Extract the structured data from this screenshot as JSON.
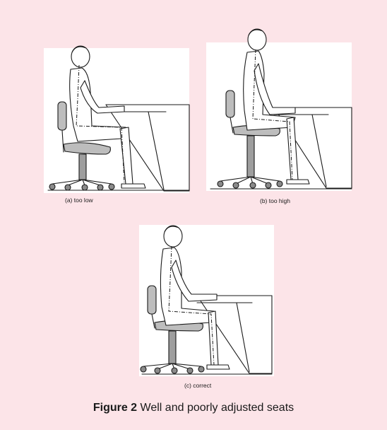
{
  "figure": {
    "number": "Figure 2",
    "title": "Well and poorly adjusted seats",
    "panels": [
      {
        "id": "a",
        "caption": "(a) too low"
      },
      {
        "id": "b",
        "caption": "(b) too high"
      },
      {
        "id": "c",
        "caption": "(c) correct"
      }
    ]
  },
  "colors": {
    "background": "#fce4e8",
    "ink": "#1a1a1a",
    "panel": "#ffffff",
    "seat": "#bdbdbd"
  }
}
